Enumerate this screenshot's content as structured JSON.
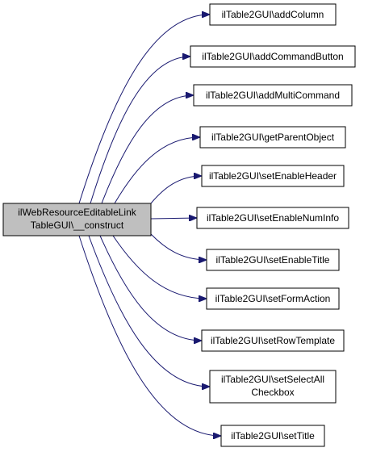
{
  "source": {
    "line1": "ilWebResourceEditableLink",
    "line2": "TableGUI\\__construct"
  },
  "targets": [
    {
      "id": "addColumn",
      "lines": [
        "ilTable2GUI\\addColumn"
      ]
    },
    {
      "id": "addCommandButton",
      "lines": [
        "ilTable2GUI\\addCommandButton"
      ]
    },
    {
      "id": "addMultiCommand",
      "lines": [
        "ilTable2GUI\\addMultiCommand"
      ]
    },
    {
      "id": "getParentObject",
      "lines": [
        "ilTable2GUI\\getParentObject"
      ]
    },
    {
      "id": "setEnableHeader",
      "lines": [
        "ilTable2GUI\\setEnableHeader"
      ]
    },
    {
      "id": "setEnableNumInfo",
      "lines": [
        "ilTable2GUI\\setEnableNumInfo"
      ]
    },
    {
      "id": "setEnableTitle",
      "lines": [
        "ilTable2GUI\\setEnableTitle"
      ]
    },
    {
      "id": "setFormAction",
      "lines": [
        "ilTable2GUI\\setFormAction"
      ]
    },
    {
      "id": "setRowTemplate",
      "lines": [
        "ilTable2GUI\\setRowTemplate"
      ]
    },
    {
      "id": "setSelectAllCheckbox",
      "lines": [
        "ilTable2GUI\\setSelectAll",
        "Checkbox"
      ]
    },
    {
      "id": "setTitle",
      "lines": [
        "ilTable2GUI\\setTitle"
      ]
    }
  ],
  "colors": {
    "edge": "#191970",
    "source_fill": "#bfbfbf",
    "node_fill": "#ffffff",
    "node_stroke": "#000000"
  }
}
